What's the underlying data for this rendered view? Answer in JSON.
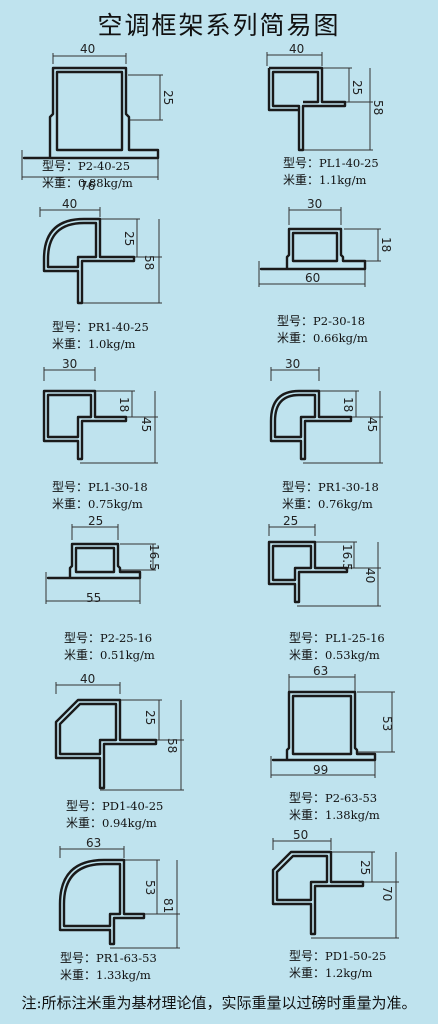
{
  "title": "空调框架系列简易图",
  "labels": {
    "model": "型号：",
    "weight": "米重："
  },
  "profiles": [
    {
      "model": "P2-40-25",
      "weight": "0.88kg/m",
      "dims": [
        "40",
        "25",
        "76"
      ]
    },
    {
      "model": "PL1-40-25",
      "weight": "1.1kg/m",
      "dims": [
        "40",
        "25",
        "58"
      ]
    },
    {
      "model": "PR1-40-25",
      "weight": "1.0kg/m",
      "dims": [
        "40",
        "25",
        "58"
      ]
    },
    {
      "model": "P2-30-18",
      "weight": "0.66kg/m",
      "dims": [
        "30",
        "18",
        "60"
      ]
    },
    {
      "model": "PL1-30-18",
      "weight": "0.75kg/m",
      "dims": [
        "30",
        "18",
        "45"
      ]
    },
    {
      "model": "PR1-30-18",
      "weight": "0.76kg/m",
      "dims": [
        "30",
        "18",
        "45"
      ]
    },
    {
      "model": "P2-25-16",
      "weight": "0.51kg/m",
      "dims": [
        "25",
        "16.5",
        "55"
      ]
    },
    {
      "model": "PL1-25-16",
      "weight": "0.53kg/m",
      "dims": [
        "25",
        "16.5",
        "40"
      ]
    },
    {
      "model": "PD1-40-25",
      "weight": "0.94kg/m",
      "dims": [
        "40",
        "25",
        "58"
      ]
    },
    {
      "model": "P2-63-53",
      "weight": "1.38kg/m",
      "dims": [
        "63",
        "53",
        "99"
      ]
    },
    {
      "model": "PR1-63-53",
      "weight": "1.33kg/m",
      "dims": [
        "63",
        "53",
        "81"
      ]
    },
    {
      "model": "PD1-50-25",
      "weight": "1.2kg/m",
      "dims": [
        "50",
        "25",
        "70"
      ]
    }
  ],
  "note": "注:所标注米重为基材理论值，实际重量以过磅时重量为准。"
}
